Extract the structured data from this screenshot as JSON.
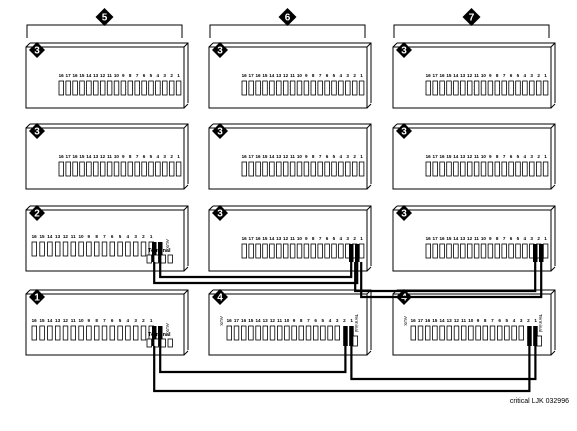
{
  "columns": [
    {
      "label": "5"
    },
    {
      "label": "6"
    },
    {
      "label": "7"
    }
  ],
  "rows": [
    [
      {
        "badge": "3",
        "type": "standard"
      },
      {
        "badge": "3",
        "type": "standard"
      },
      {
        "badge": "3",
        "type": "standard"
      }
    ],
    [
      {
        "badge": "3",
        "type": "standard"
      },
      {
        "badge": "3",
        "type": "standard"
      },
      {
        "badge": "3",
        "type": "standard"
      }
    ],
    [
      {
        "badge": "2",
        "type": "terminal",
        "aux": "AUX",
        "terminal": "Terminal"
      },
      {
        "badge": "3",
        "type": "connected"
      },
      {
        "badge": "3",
        "type": "connected"
      }
    ],
    [
      {
        "badge": "1",
        "type": "terminal",
        "aux": "AUX",
        "terminal": "Terminal"
      },
      {
        "badge": "4",
        "type": "aux-left",
        "aux": "AUX",
        "terminal": "Terminal"
      },
      {
        "badge": "4",
        "type": "aux-left",
        "aux": "AUX",
        "terminal": "Terminal"
      }
    ]
  ],
  "slot_numbers_full": [
    "16",
    "17",
    "16",
    "15",
    "14",
    "13",
    "12",
    "11",
    "10",
    "9",
    "8",
    "7",
    "6",
    "5",
    "4",
    "3",
    "2",
    "1"
  ],
  "slot_numbers_short": [
    "16",
    "15",
    "14",
    "13",
    "12",
    "11",
    "10",
    "9",
    "8",
    "7",
    "6",
    "5",
    "4",
    "3",
    "2",
    "1"
  ],
  "caption": "critical LJK 032996",
  "colors": {
    "line": "#000000",
    "background": "#ffffff"
  }
}
